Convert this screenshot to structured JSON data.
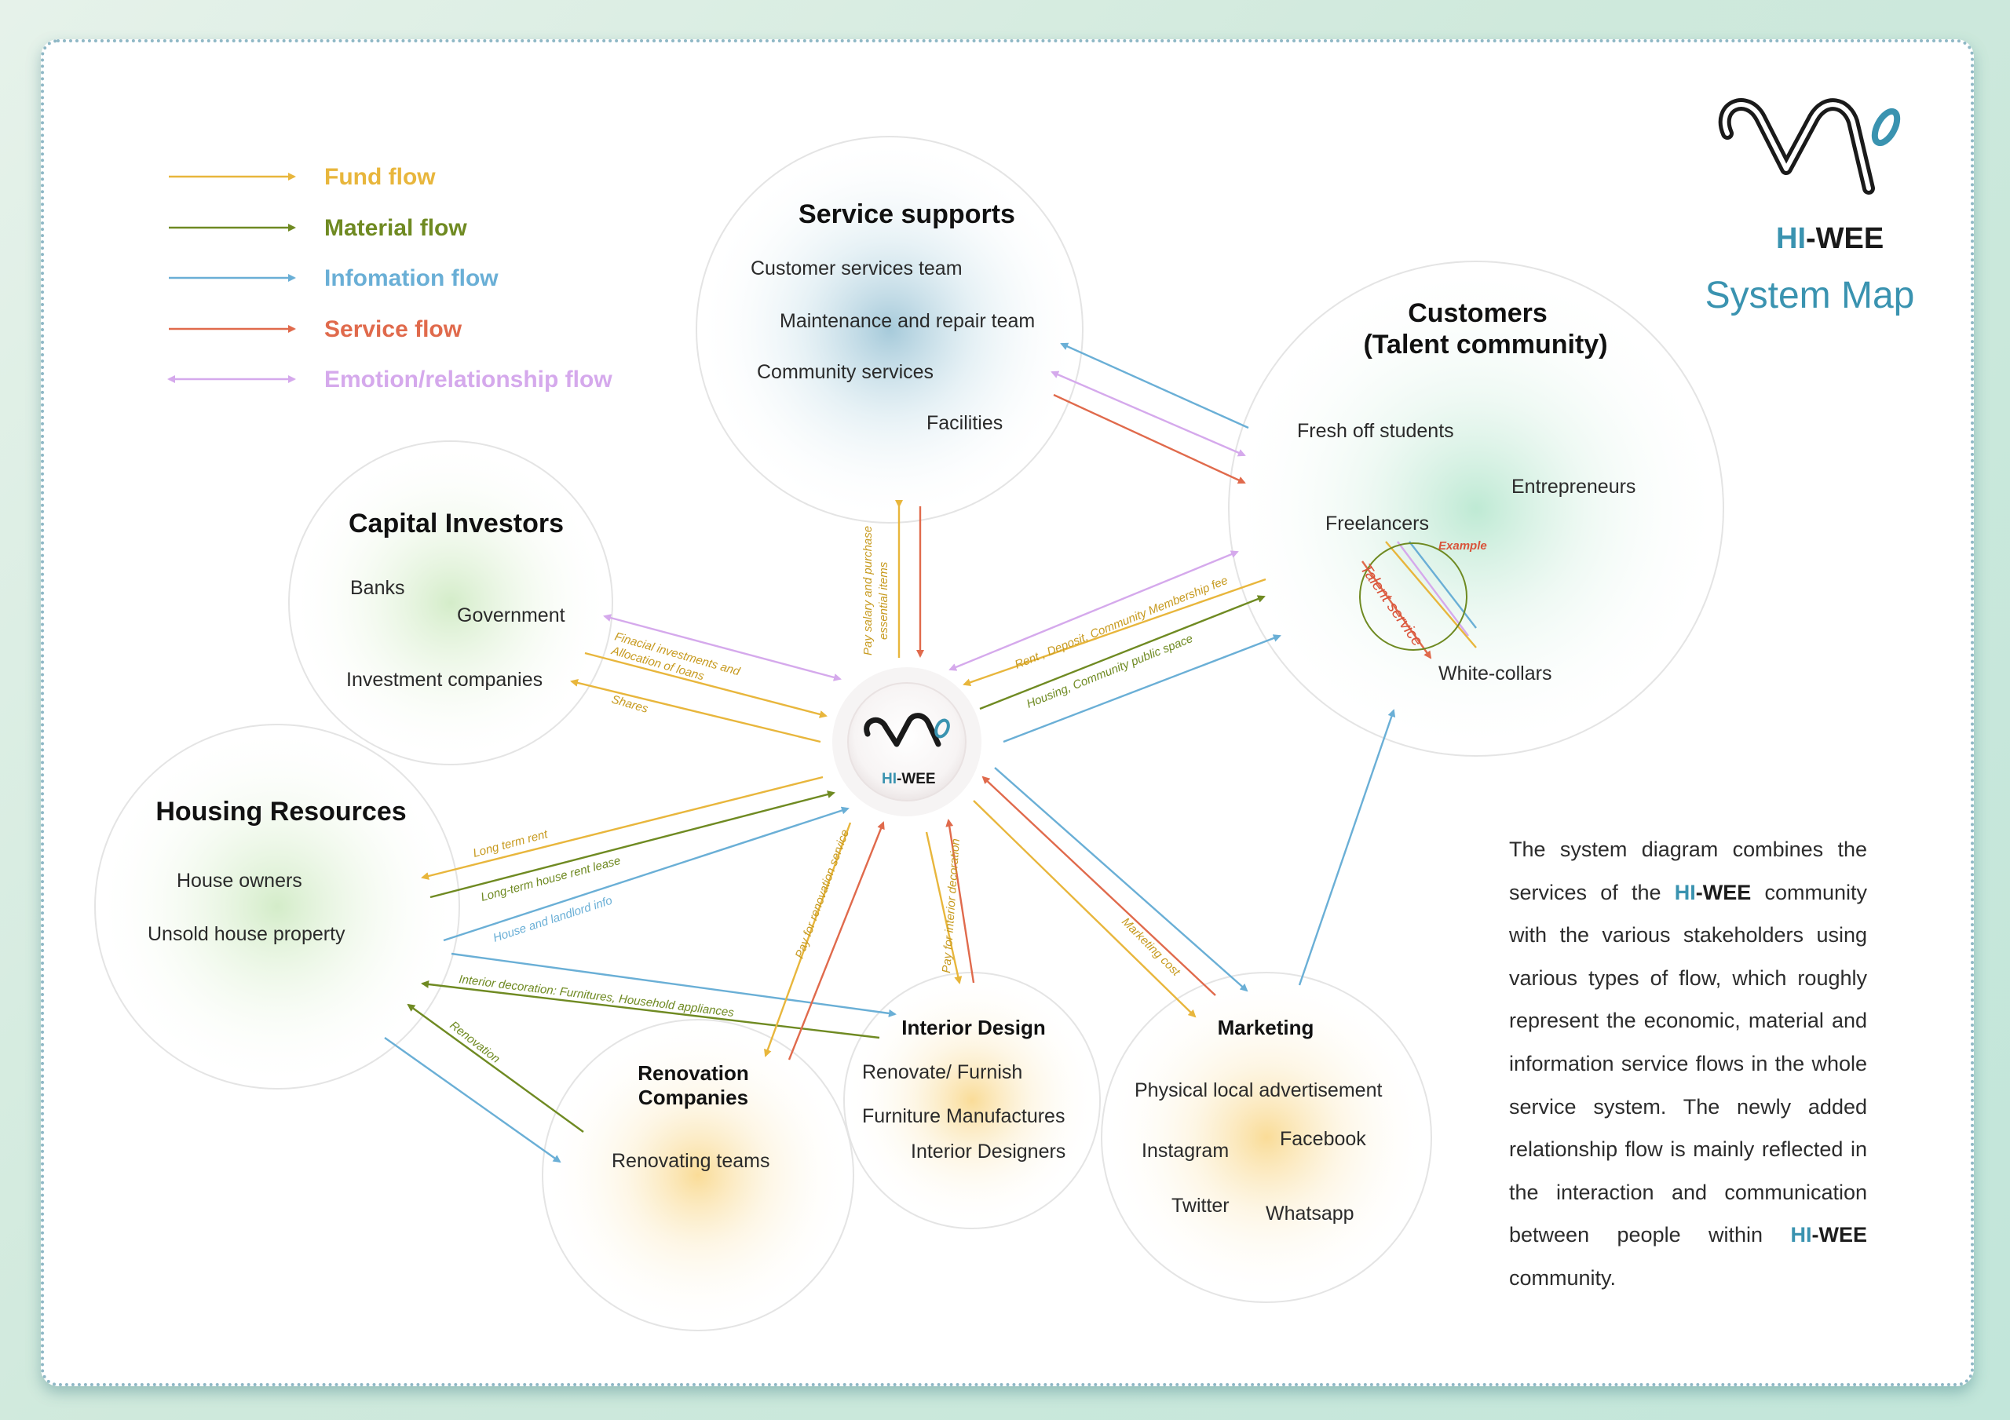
{
  "brand": {
    "hi": "HI",
    "dash_wee": "-WEE",
    "title": "System Map"
  },
  "legend": [
    {
      "label": "Fund flow",
      "color": "#e8b63c"
    },
    {
      "label": "Material flow",
      "color": "#6f8a22"
    },
    {
      "label": "Infomation flow",
      "color": "#6aafd6"
    },
    {
      "label": "Service flow",
      "color": "#e06a4c"
    },
    {
      "label": "Emotion/relationship flow",
      "color": "#d5a9ec"
    }
  ],
  "center": {
    "hi": "HI",
    "dash_wee": "-WEE"
  },
  "nodes": {
    "service_supports": {
      "title": "Service supports",
      "items": [
        "Customer services team",
        "Maintenance and repair team",
        "Community services",
        "Facilities"
      ]
    },
    "customers": {
      "title_line1": "Customers",
      "title_line2": "(Talent community)",
      "items": [
        "Fresh off students",
        "Entrepreneurs",
        "Freelancers",
        "White-collars"
      ],
      "example_label": "Example",
      "talent_service_label": "Talent service"
    },
    "capital_investors": {
      "title": "Capital Investors",
      "items": [
        "Banks",
        "Government",
        "Investment companies"
      ]
    },
    "housing_resources": {
      "title": "Housing Resources",
      "items": [
        "House owners",
        "Unsold house property"
      ]
    },
    "renovation_companies": {
      "title_line1": "Renovation",
      "title_line2": "Companies",
      "items": [
        "Renovating teams"
      ]
    },
    "interior_design": {
      "title": "Interior Design",
      "items": [
        "Renovate/ Furnish",
        "Furniture Manufactures",
        "Interior Designers"
      ]
    },
    "marketing": {
      "title": "Marketing",
      "items": [
        "Physical local advertisement",
        "Instagram",
        "Facebook",
        "Twitter",
        "Whatsapp"
      ]
    }
  },
  "flow_labels": {
    "pay_salary_1": "Pay salary and purchase",
    "pay_salary_2": "essential items",
    "rent_deposit": "Rent , Deposit, Community Membership fee",
    "housing_public": "Housing, Community public space",
    "financial_1": "Finacial investments and",
    "financial_2": "Allocation of loans",
    "shares": "Shares",
    "long_term_rent": "Long term rent",
    "long_term_lease": "Long-term house rent lease",
    "house_landlord": "House and landlord info",
    "interior_decoration": "Interior decoration: Furnitures, Household appliances",
    "renovation": "Renovation",
    "pay_renovation": "Pay for renovation service",
    "pay_interior": "Pay for interior decoration",
    "marketing_cost": "Marketing cost"
  },
  "description": {
    "p1": "The system diagram combines the services of the ",
    "p2": " community with the various stakeholders using various types of flow, which roughly represent the economic, material and information service flows in the whole service system. The newly added relationship flow is mainly reflected in the interaction and communication between people within ",
    "p3": " community.",
    "hi": "HI",
    "dash_wee": "-WEE"
  }
}
